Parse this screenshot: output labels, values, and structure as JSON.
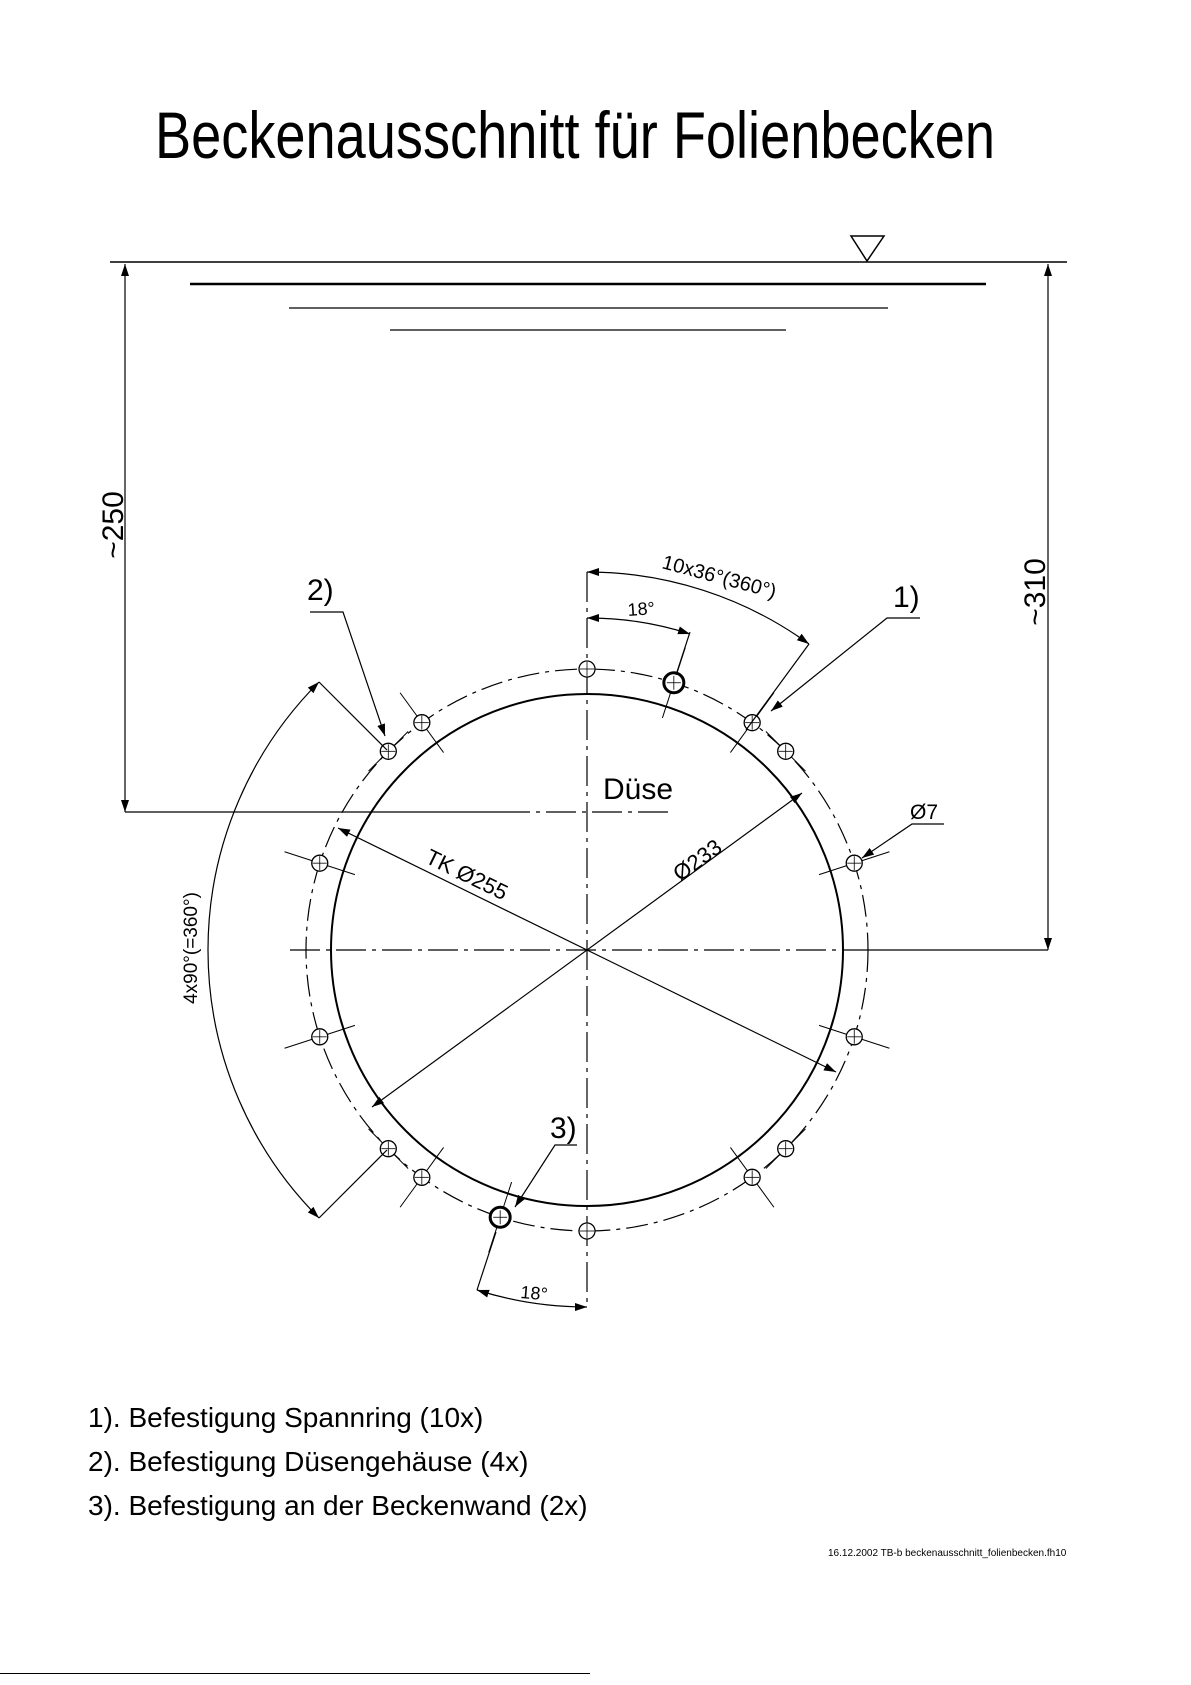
{
  "title": "Beckenausschnitt für Folienbecken",
  "dimensions": {
    "depth_left": "~250",
    "depth_right": "~310",
    "bolt_circle": "TK Ø255",
    "inner_diameter": "Ø233",
    "hole_diameter": "Ø7",
    "pattern_spannring": "10x36°(360°)",
    "pattern_duesengehaeuse": "4x90°(=360°)",
    "offset_top": "18°",
    "offset_bottom": "18°"
  },
  "labels": {
    "nozzle": "Düse",
    "callout_1": "1)",
    "callout_2": "2)",
    "callout_3": "3)"
  },
  "notes": [
    "1). Befestigung Spannring (10x)",
    "2). Befestigung Düsengehäuse (4x)",
    "3). Befestigung an der Beckenwand (2x)"
  ],
  "footer": "16.12.2002   TB-b  beckenausschnitt_folienbecken.fh10"
}
